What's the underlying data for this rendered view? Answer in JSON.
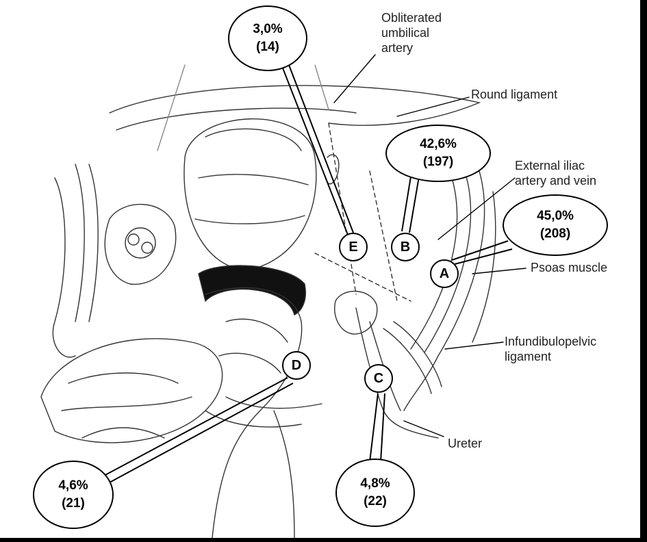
{
  "labels": {
    "obliterated_umbilical_artery": [
      "Obliterated",
      "umbilical",
      "artery"
    ],
    "round_ligament": "Round ligament",
    "external_iliac": [
      "External iliac",
      "artery and vein"
    ],
    "psoas_muscle": "Psoas muscle",
    "infundibulopelvic_ligament": [
      "Infundibulopelvic",
      "ligament"
    ],
    "ureter": "Ureter"
  },
  "sites": {
    "A": {
      "letter": "A",
      "percent": "45,0%",
      "count": "(208)"
    },
    "B": {
      "letter": "B",
      "percent": "42,6%",
      "count": "(197)"
    },
    "C": {
      "letter": "C",
      "percent": "4,8%",
      "count": "(22)"
    },
    "D": {
      "letter": "D",
      "percent": "4,6%",
      "count": "(21)"
    },
    "E": {
      "letter": "E",
      "percent": "3,0%",
      "count": "(14)"
    }
  }
}
